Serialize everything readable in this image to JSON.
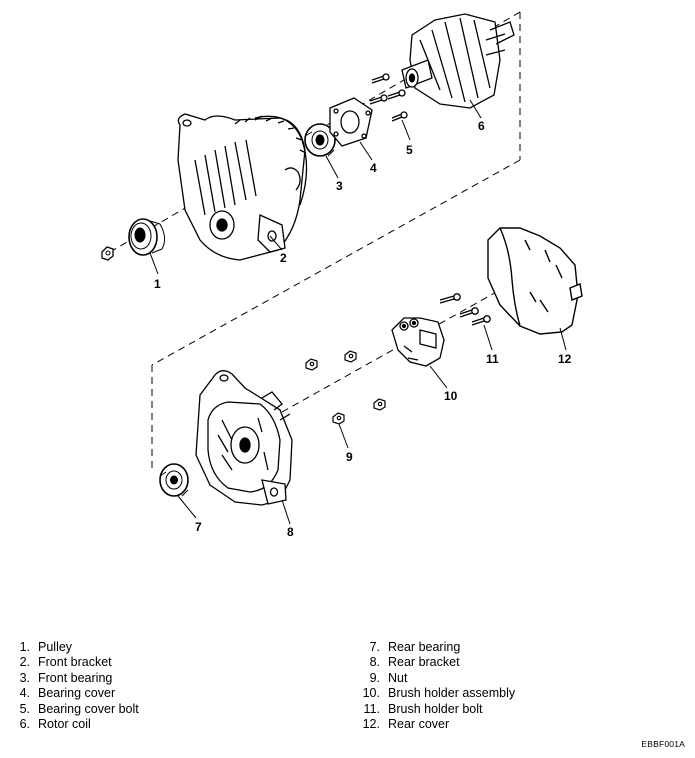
{
  "callouts": [
    "1",
    "2",
    "3",
    "4",
    "5",
    "6",
    "7",
    "8",
    "9",
    "10",
    "11",
    "12"
  ],
  "legend_left": [
    {
      "num": "1.",
      "label": "Pulley"
    },
    {
      "num": "2.",
      "label": "Front bracket"
    },
    {
      "num": "3.",
      "label": "Front bearing"
    },
    {
      "num": "4.",
      "label": "Bearing cover"
    },
    {
      "num": "5.",
      "label": "Bearing cover bolt"
    },
    {
      "num": "6.",
      "label": "Rotor coil"
    }
  ],
  "legend_right": [
    {
      "num": "7.",
      "label": "Rear bearing"
    },
    {
      "num": "8.",
      "label": "Rear bracket"
    },
    {
      "num": "9.",
      "label": "Nut"
    },
    {
      "num": "10.",
      "label": "Brush holder assembly"
    },
    {
      "num": "11.",
      "label": "Brush holder bolt"
    },
    {
      "num": "12.",
      "label": "Rear cover"
    }
  ],
  "figure_code": "EBBF001A"
}
